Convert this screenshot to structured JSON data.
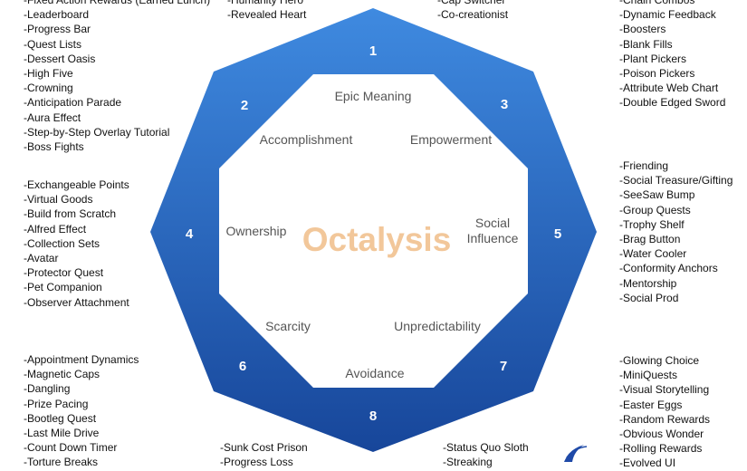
{
  "title": "Octalysis",
  "colors": {
    "octagon_light": "#3f8ae0",
    "octagon_dark": "#17469a",
    "title": "#f2c79a",
    "inner_text": "#555555",
    "number_text": "#ffffff"
  },
  "drives": [
    {
      "number": "1",
      "label": "Epic Meaning"
    },
    {
      "number": "2",
      "label": "Accomplishment"
    },
    {
      "number": "3",
      "label": "Empowerment"
    },
    {
      "number": "4",
      "label": "Ownership"
    },
    {
      "number": "5",
      "label_lines": [
        "Social",
        "Influence"
      ]
    },
    {
      "number": "6",
      "label": "Scarcity"
    },
    {
      "number": "7",
      "label": "Unpredictability"
    },
    {
      "number": "8",
      "label": "Avoidance"
    }
  ],
  "lists": {
    "top_left": [
      "-Fixed Action Rewards (Earned Lunch)",
      "-Leaderboard",
      "-Progress Bar",
      "-Quest Lists",
      "-Dessert Oasis",
      "-High Five",
      "-Crowning",
      "-Anticipation Parade",
      "-Aura Effect",
      "-Step-by-Step Overlay Tutorial",
      "-Boss Fights"
    ],
    "top_center_left": [
      "-Humanity Hero",
      "-Revealed Heart"
    ],
    "top_center_right": [
      "-Cap Switcher",
      "-Co-creationist"
    ],
    "top_right": [
      "-Chain Combos",
      "-Dynamic Feedback",
      "-Boosters",
      "-Blank Fills",
      "-Plant Pickers",
      "-Poison Pickers",
      "-Attribute Web Chart",
      "-Double Edged Sword"
    ],
    "middle_left": [
      "-Exchangeable Points",
      "-Virtual Goods",
      "-Build from Scratch",
      "-Alfred Effect",
      "-Collection Sets",
      "-Avatar",
      "-Protector Quest",
      "-Pet Companion",
      "-Observer Attachment"
    ],
    "middle_right": [
      "-Friending",
      "-Social Treasure/Gifting",
      "-SeeSaw Bump",
      "-Group Quests",
      "-Trophy Shelf",
      "-Brag Button",
      "-Water Cooler",
      "-Conformity Anchors",
      "-Mentorship",
      "-Social Prod"
    ],
    "bottom_left": [
      "-Appointment Dynamics",
      "-Magnetic Caps",
      "-Dangling",
      "-Prize Pacing",
      "-Bootleg Quest",
      "-Last Mile Drive",
      "-Count Down Timer",
      "-Torture Breaks"
    ],
    "bottom_center_left": [
      "-Sunk Cost Prison",
      "-Progress Loss"
    ],
    "bottom_center_right": [
      "-Status Quo Sloth",
      "-Streaking"
    ],
    "bottom_right": [
      "-Glowing Choice",
      "-MiniQuests",
      "-Visual Storytelling",
      "-Easter Eggs",
      "-Random Rewards",
      "-Obvious Wonder",
      "-Rolling Rewards",
      "-Evolved UI"
    ]
  }
}
